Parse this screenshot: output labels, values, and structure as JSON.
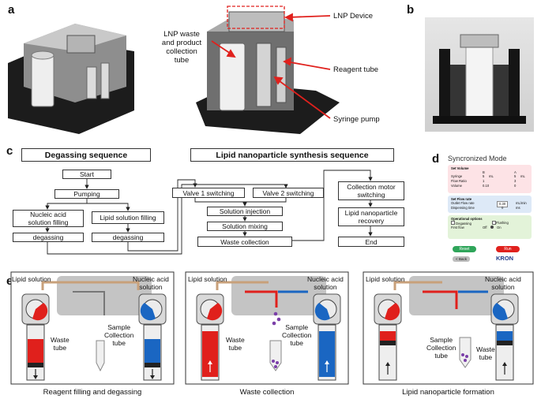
{
  "panels": {
    "a": "a",
    "b": "b",
    "c": "c",
    "d": "d",
    "e": "e"
  },
  "a": {
    "lnp_device": "LNP Device",
    "waste_line1": "LNP waste",
    "waste_line2": "and product",
    "waste_line3": "collection",
    "waste_line4": "tube",
    "reagent": "Reagent tube",
    "syringe": "Syringe pump"
  },
  "c": {
    "degassing_title": "Degassing sequence",
    "synthesis_title": "Lipid nanoparticle synthesis sequence",
    "start": "Start",
    "pumping": "Pumping",
    "nucleic_fill_1": "Nucleic acid",
    "nucleic_fill_2": "solution filling",
    "lipid_fill": "Lipid solution filling",
    "degassing_left": "degassing",
    "degassing_right": "degassing",
    "valve1": "Valve 1 switching",
    "valve2": "Valve 2 switching",
    "injection": "Solution injection",
    "mixing": "Solution mixing",
    "waste_collection": "Waste collection",
    "collection_motor_1": "Collection motor",
    "collection_motor_2": "switching",
    "lnp_recovery_1": "Lipid nanoparticle",
    "lnp_recovery_2": "recovery",
    "end": "End"
  },
  "d": {
    "title": "Syncronized Mode",
    "set_volume": "Set Volume",
    "col_b": "B",
    "col_a": "A",
    "syringe_label": "Syringe",
    "syringe_b": "5",
    "syringe_a": "5",
    "unit_ml": "mL",
    "flow_ratio_label": "Flow Ratio",
    "flow_b": "1",
    "flow_a": "3",
    "volume_label": "Volume",
    "volume_b": "0.10",
    "volume_a": "0",
    "set_flow": "Set Flow rate",
    "outlet_label": "Outlet Flow rate",
    "outlet_value": "0.30",
    "outlet_unit": "mL/min",
    "dispensing_label": "Dispensing time",
    "dispensing_value": "0",
    "dispensing_unit": "ms",
    "op_options": "Operational options",
    "degassing": "Degassing",
    "flushing": "Flushing",
    "first_flow": "First flow",
    "off": "Off",
    "on": "On",
    "reset": "Reset",
    "run": "Run",
    "back": "Back",
    "brand": "KRON",
    "colors": {
      "pink": "#fde3e6",
      "blue": "#dde9f7",
      "green": "#e3f3d9",
      "reset_btn": "#2fa55a",
      "run_btn": "#e0211d",
      "brand": "#1f3a8a"
    }
  },
  "e": {
    "sub1": {
      "lipid": "Lipid solution",
      "nucleic1": "Nucleic acid",
      "nucleic2": "solution",
      "waste1": "Waste",
      "waste2": "tube",
      "sample1": "Sample",
      "sample2": "Collection",
      "sample3": "tube",
      "caption": "Reagent filling and degassing"
    },
    "sub2": {
      "lipid": "Lipid solution",
      "nucleic1": "Nucleic acid",
      "nucleic2": "solution",
      "waste1": "Waste",
      "waste2": "tube",
      "sample1": "Sample",
      "sample2": "Collection",
      "sample3": "tube",
      "caption": "Waste collection"
    },
    "sub3": {
      "lipid": "Lipid solution",
      "nucleic1": "Nucleic acid",
      "nucleic2": "solution",
      "waste1": "Waste",
      "waste2": "tube",
      "sample1": "Sample",
      "sample2": "Collection",
      "sample3": "tube",
      "caption": "Lipid nanoparticle formation"
    },
    "colors": {
      "lipid": "#e0201c",
      "nucleic": "#1a66c2",
      "particles": "#7b3fa8",
      "chip": "#c4c4c4",
      "valve": "#d9d9d9"
    }
  }
}
